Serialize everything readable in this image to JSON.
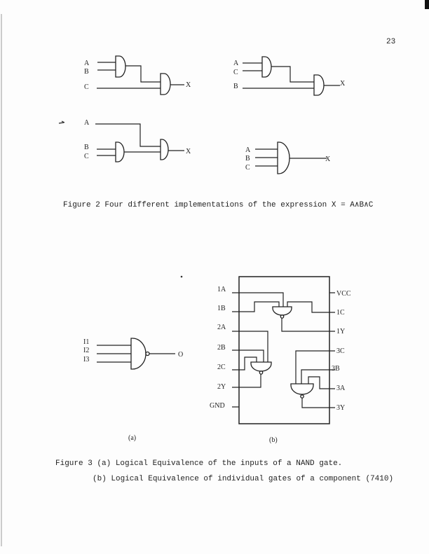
{
  "page_number": "23",
  "figure2": {
    "circuit1": {
      "inputs": [
        "A",
        "B",
        "C"
      ],
      "output": "X"
    },
    "circuit2": {
      "inputs": [
        "A",
        "C",
        "B"
      ],
      "output": "X"
    },
    "circuit3": {
      "inputs": [
        "A",
        "B",
        "C"
      ],
      "output": "X"
    },
    "circuit4": {
      "inputs": [
        "A",
        "B",
        "C"
      ],
      "output": "X"
    },
    "caption": "Figure 2  Four different implementations of the expression X = A∧B∧C"
  },
  "figure3": {
    "a": {
      "inputs": [
        "I1",
        "I2",
        "I3"
      ],
      "output": "O",
      "label": "(a)"
    },
    "b": {
      "left_pins": [
        "1A",
        "1B",
        "2A",
        "2B",
        "2C",
        "2Y",
        "GND"
      ],
      "right_pins": [
        "VCC",
        "1C",
        "1Y",
        "3C",
        "3B",
        "3A",
        "3Y"
      ],
      "label": "(b)"
    },
    "caption_a": "Figure 3 (a)  Logical Equivalence of the inputs of a NAND gate.",
    "caption_b": "(b)  Logical Equivalence of individual gates of a component (7410)"
  }
}
